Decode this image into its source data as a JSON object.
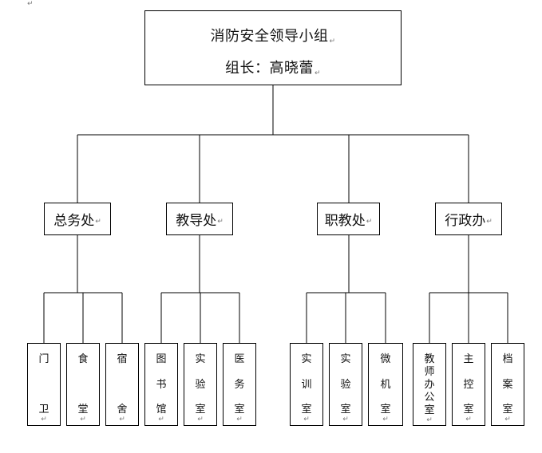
{
  "root": {
    "title": "消防安全领导小组",
    "leader": "组长：高晓蕾"
  },
  "departments": [
    {
      "name": "总务处",
      "units": [
        "门卫",
        "食堂",
        "宿舍"
      ]
    },
    {
      "name": "教导处",
      "units": [
        "图书馆",
        "实验室",
        "医务室"
      ]
    },
    {
      "name": "职教处",
      "units": [
        "实训室",
        "实验室",
        "微机室"
      ]
    },
    {
      "name": "行政办",
      "units": [
        "教师办公室",
        "主控室",
        "档案室"
      ]
    }
  ],
  "marks": {
    "paragraph": "↵"
  }
}
